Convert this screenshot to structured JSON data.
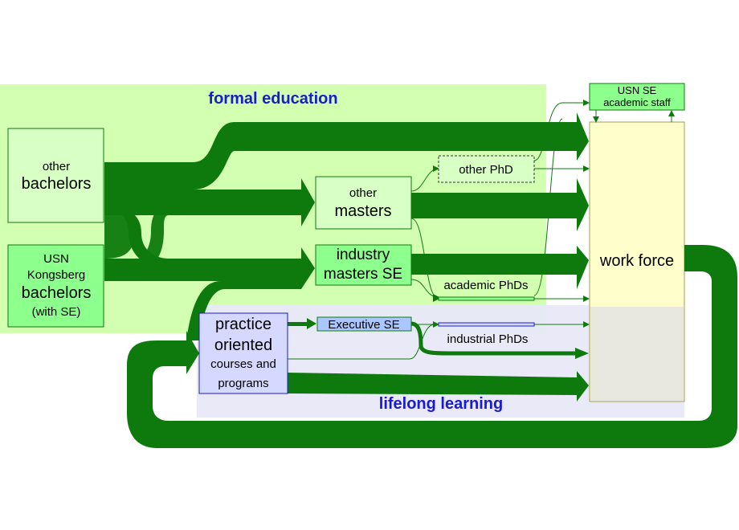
{
  "regions": {
    "formal": "formal education",
    "lifelong": "lifelong learning"
  },
  "nodes": {
    "other_bachelors": [
      "other",
      "bachelors"
    ],
    "usn_bachelors": [
      "USN",
      "Kongsberg",
      "bachelors",
      "(with SE)"
    ],
    "other_masters": [
      "other",
      "masters"
    ],
    "industry_masters": [
      "industry",
      "masters SE"
    ],
    "other_phd": "other PhD",
    "academic_phds": "academic PhDs",
    "industrial_phds": "industrial PhDs",
    "executive_se": "Executive SE",
    "practice": [
      "practice",
      "oriented",
      "courses and",
      "programs"
    ],
    "staff": [
      "USN SE",
      "academic staff"
    ],
    "work_force": "work force"
  },
  "colors": {
    "flow": "#0e7a0e",
    "formal_bg": "#d3ffb0",
    "lifelong_bg": "#ececfb",
    "box_green": "#8cff8c",
    "box_light": "#d8ffc4",
    "work_force_bg": "#ffffcc",
    "practice_bg": "#d5d9ff",
    "title_blue": "#1a1ad0"
  }
}
